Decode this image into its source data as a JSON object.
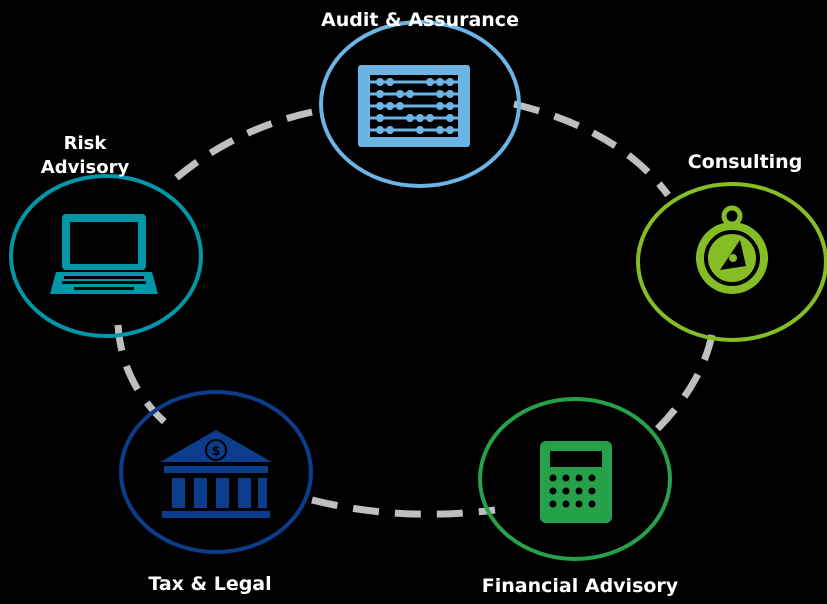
{
  "diagram": {
    "nodes": [
      {
        "label": "Audit & Assurance",
        "color": "#6CB4E4",
        "icon": "abacus-icon"
      },
      {
        "label": "Consulting",
        "color": "#86BC25",
        "icon": "compass-icon"
      },
      {
        "label": "Financial Advisory",
        "color": "#26A049",
        "icon": "calculator-icon"
      },
      {
        "label": "Tax & Legal",
        "color": "#0B3D8C",
        "icon": "bank-icon"
      },
      {
        "label_lines": [
          "Risk",
          "Advisory"
        ],
        "color": "#0097A9",
        "icon": "laptop-icon"
      }
    ],
    "connector": {
      "style": "dashed",
      "color": "#BFBFBF"
    }
  }
}
